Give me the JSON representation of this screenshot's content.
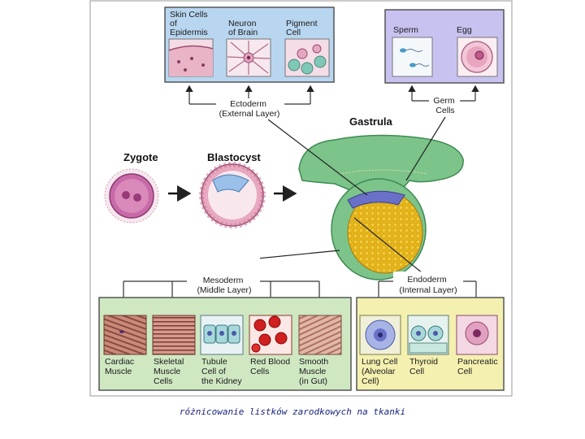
{
  "ectoderm": {
    "cells": [
      {
        "label": "Skin Cells of Epidermis",
        "lines": [
          "Skin Cells",
          "of",
          "Epidermis"
        ]
      },
      {
        "label": "Neuron of Brain",
        "lines": [
          "Neuron",
          "of Brain"
        ]
      },
      {
        "label": "Pigment Cell",
        "lines": [
          "Pigment",
          "Cell"
        ]
      }
    ],
    "layer_lines": [
      "Ectoderm",
      "(External Layer)"
    ]
  },
  "germ": {
    "cells": [
      {
        "label": "Sperm",
        "lines": [
          "Sperm"
        ]
      },
      {
        "label": "Egg",
        "lines": [
          "Egg"
        ]
      }
    ],
    "layer_lines": [
      "Germ",
      "Cells"
    ]
  },
  "stages": {
    "zygote": "Zygote",
    "blastocyst": "Blastocyst",
    "gastrula": "Gastrula"
  },
  "mesoderm": {
    "layer_lines": [
      "Mesoderm",
      "(Middle Layer)"
    ],
    "cells": [
      {
        "label": "Cardiac Muscle",
        "lines": [
          "Cardiac",
          "Muscle"
        ]
      },
      {
        "label": "Skeletal Muscle Cells",
        "lines": [
          "Skeletal",
          "Muscle",
          "Cells"
        ]
      },
      {
        "label": "Tubule Cell of the Kidney",
        "lines": [
          "Tubule",
          "Cell of",
          "the Kidney"
        ]
      },
      {
        "label": "Red Blood Cells",
        "lines": [
          "Red Blood",
          "Cells"
        ]
      },
      {
        "label": "Smooth Muscle (in Gut)",
        "lines": [
          "Smooth",
          "Muscle",
          "(in Gut)"
        ]
      }
    ]
  },
  "endoderm": {
    "layer_lines": [
      "Endoderm",
      "(Internal Layer)"
    ],
    "cells": [
      {
        "label": "Lung Cell (Alveolar Cell)",
        "lines": [
          "Lung Cell",
          "(Alveolar",
          "Cell)"
        ]
      },
      {
        "label": "Thyroid Cell",
        "lines": [
          "Thyroid",
          "Cell"
        ]
      },
      {
        "label": "Pancreatic Cell",
        "lines": [
          "Pancreatic",
          "Cell"
        ]
      }
    ]
  },
  "colors": {
    "ectoderm_panel": "#b8d6f0",
    "germ_panel": "#c8c2f0",
    "mesoderm_panel": "#cfe8c2",
    "endoderm_panel": "#f4f0b0",
    "gastrula_outer": "#7cc48a",
    "gastrula_yolk": "#e8b820",
    "zygote": "#c86aa8"
  },
  "caption": "różnicowanie listków zarodkowych na tkanki"
}
